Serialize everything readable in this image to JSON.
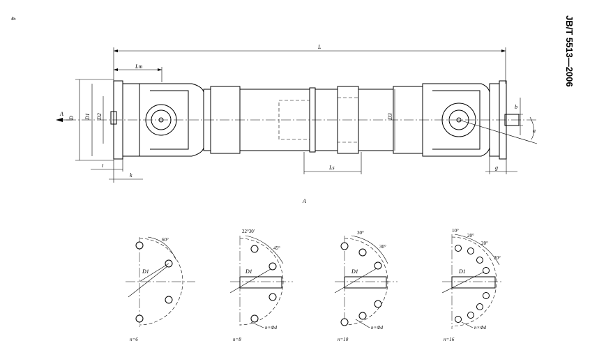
{
  "page": {
    "number": "4",
    "standard": "JB/T 5513—2006"
  },
  "main_drawing": {
    "labels": {
      "L": "L",
      "Lm": "Lm",
      "Ls": "Ls",
      "D": "D",
      "D1": "D1",
      "D2": "D2",
      "D3": "D3",
      "t": "t",
      "k": "k",
      "b": "b",
      "g": "g",
      "a": "a",
      "view_arrow": "A"
    },
    "view_title": "A"
  },
  "flange_views": [
    {
      "caption": "n=6",
      "angles": [
        "60°"
      ],
      "d1": "D1",
      "callout": ""
    },
    {
      "caption": "n=8",
      "angles": [
        "22°30′",
        "45°"
      ],
      "d1": "D1",
      "callout": "n×Φd"
    },
    {
      "caption": "n=10",
      "angles": [
        "30°",
        "30°"
      ],
      "d1": "D1",
      "callout": "n×Φd"
    },
    {
      "caption": "n=16",
      "angles": [
        "10°",
        "20°",
        "20°",
        "20°"
      ],
      "d1": "D1",
      "callout": "n×Φd"
    }
  ]
}
